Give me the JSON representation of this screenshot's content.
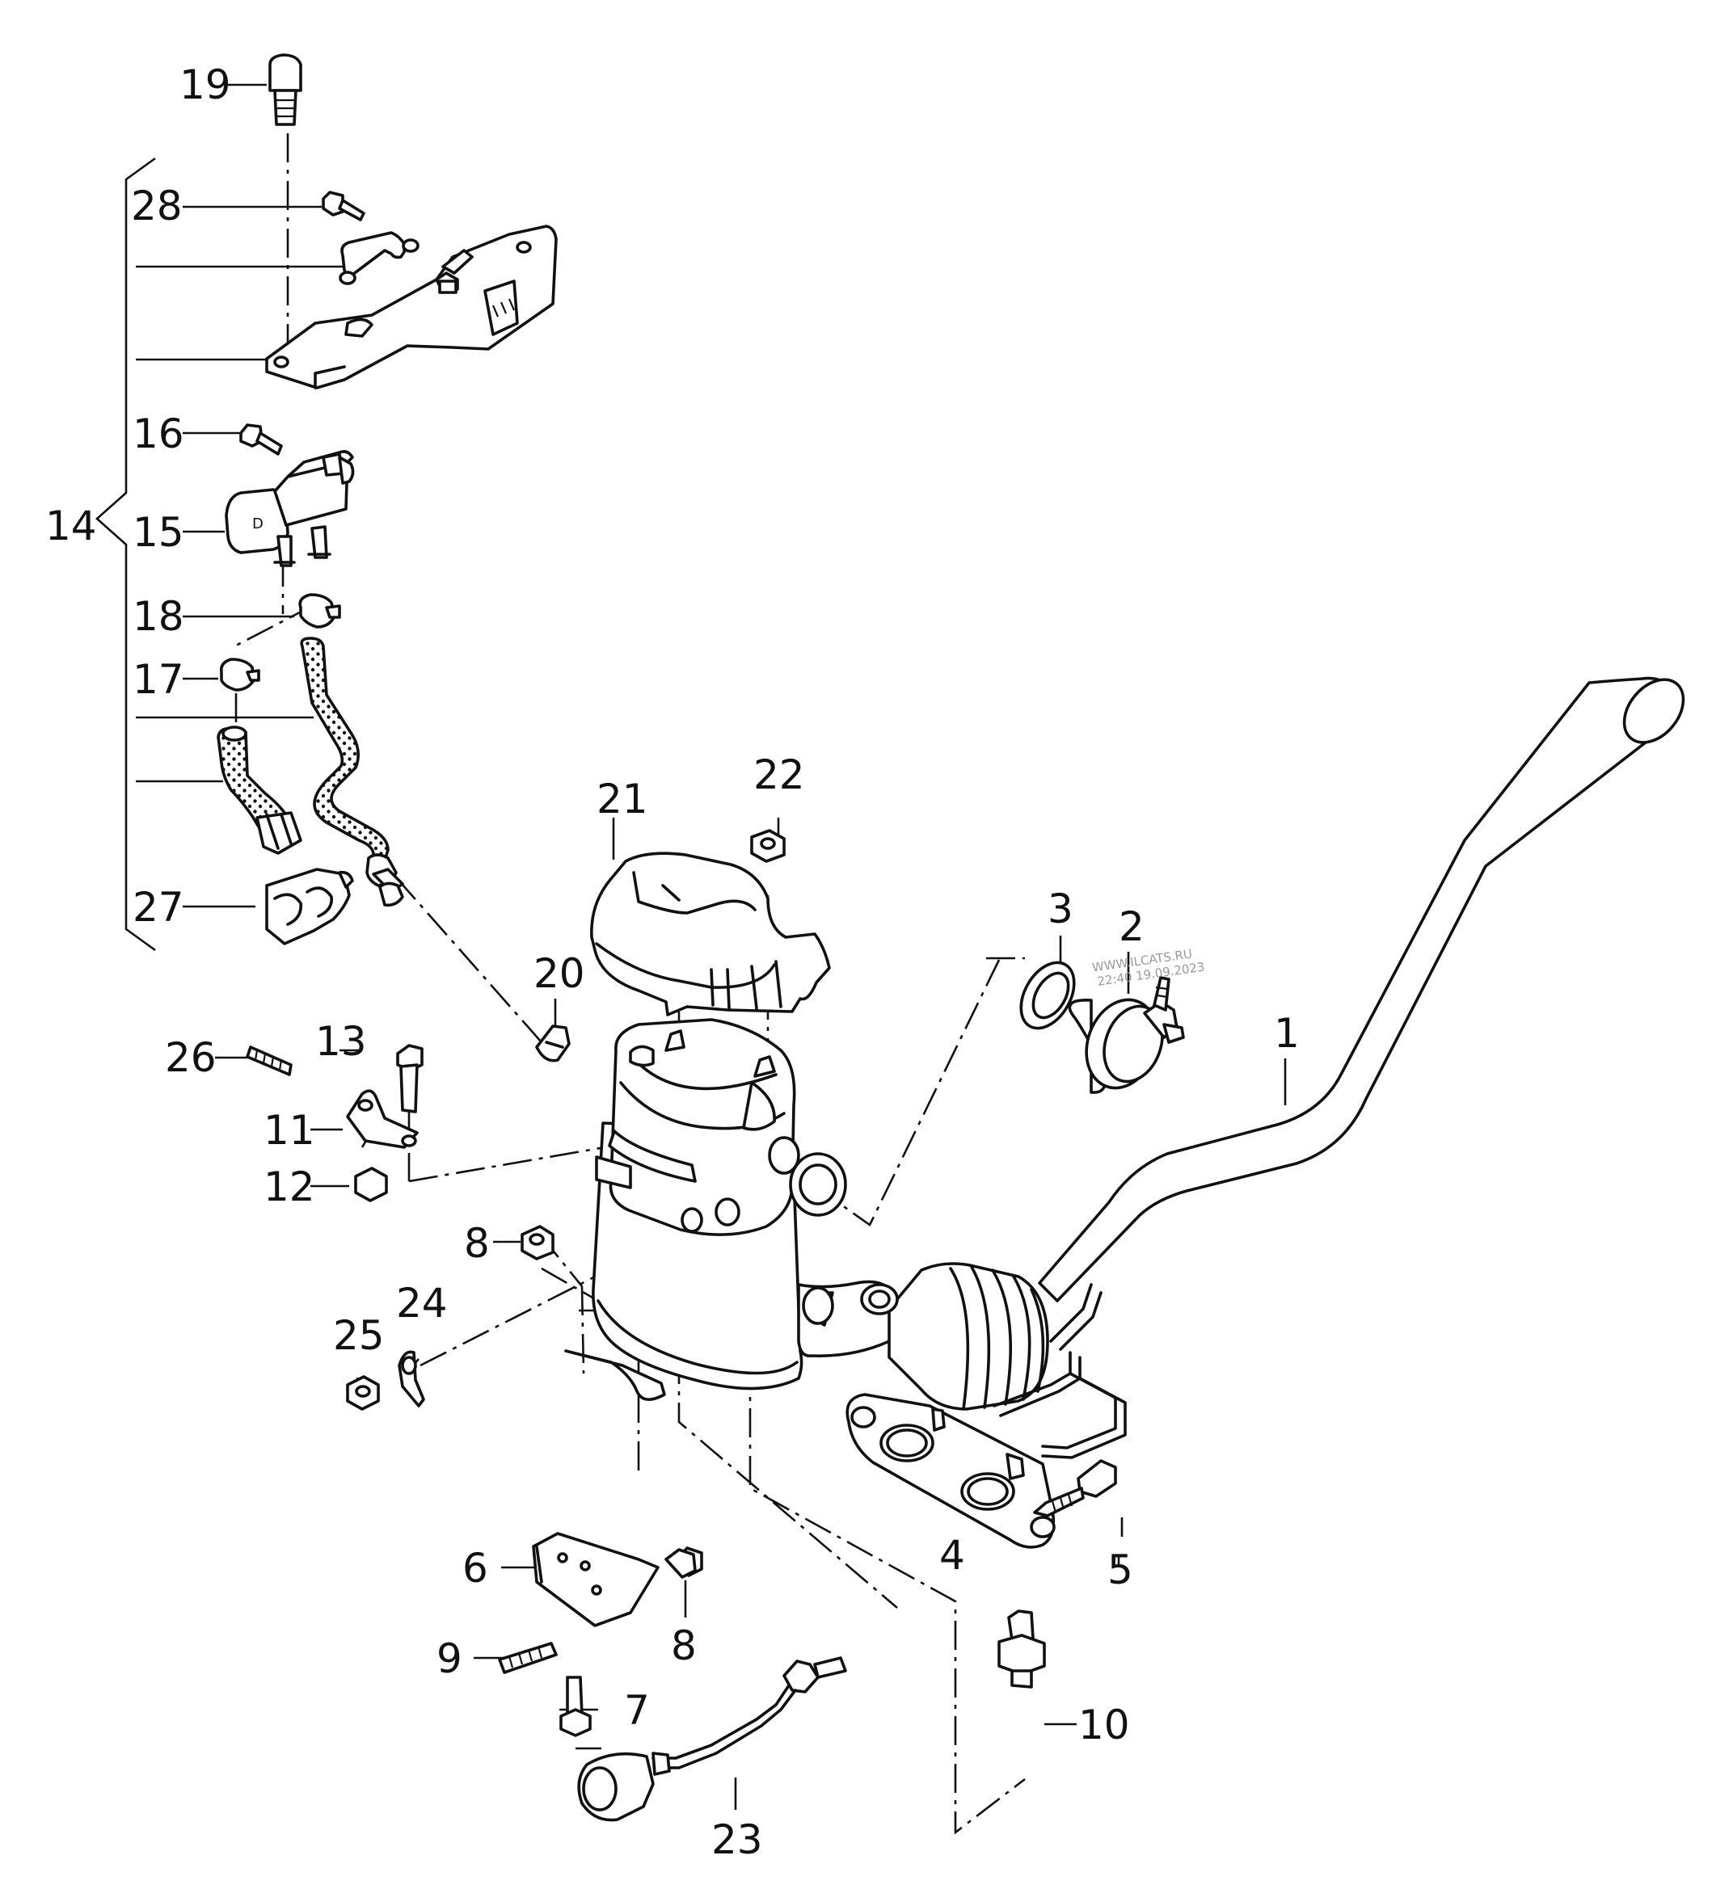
{
  "title": "Exhaust system / particulate filter parts diagram",
  "watermark": {
    "line1": "WWW.ILCATS.RU",
    "line2": "22:40 19.09.2023"
  },
  "callouts": {
    "c1": "1",
    "c2": "2",
    "c3": "3",
    "c4": "4",
    "c5": "5",
    "c6": "6",
    "c7": "7",
    "c8a": "8",
    "c8b": "8",
    "c9": "9",
    "c10": "10",
    "c11": "11",
    "c12": "12",
    "c13": "13",
    "c14": "14",
    "c15": "15",
    "c16": "16",
    "c17": "17",
    "c18": "18",
    "c19": "19",
    "c20": "20",
    "c21": "21",
    "c22": "22",
    "c23": "23",
    "c24": "24",
    "c25": "25",
    "c26": "26",
    "c27": "27",
    "c28": "28"
  }
}
